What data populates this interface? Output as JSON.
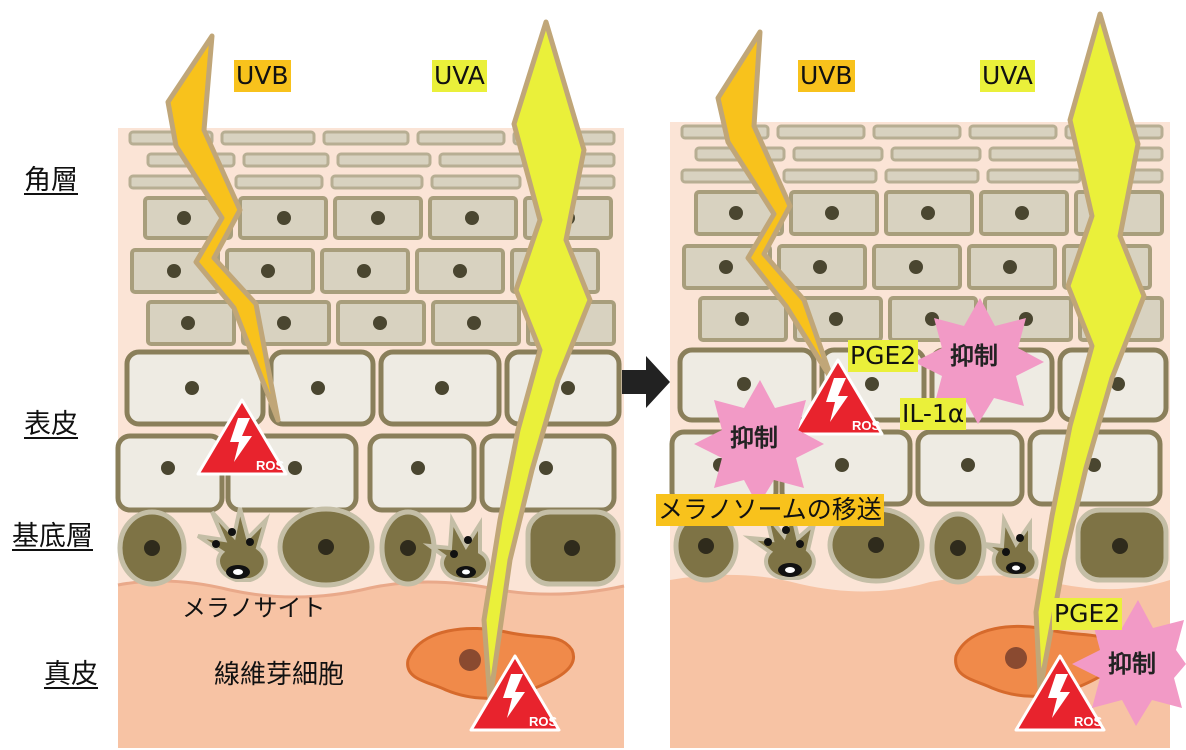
{
  "layer_labels": {
    "stratum_corneum": "角層",
    "epidermis": "表皮",
    "basal_layer": "基底層",
    "dermis": "真皮"
  },
  "cell_labels": {
    "melanocyte": "メラノサイト",
    "fibroblast": "線維芽細胞"
  },
  "left_panel": {
    "uvb": "UVB",
    "uva": "UVA",
    "ros_1": "ROS",
    "ros_2": "ROS"
  },
  "right_panel": {
    "uvb": "UVB",
    "uva": "UVA",
    "pge2_epidermis": "PGE2",
    "il1a": "IL-1α",
    "inhibit_1": "抑制",
    "inhibit_2": "抑制",
    "melanosome_transfer": "メラノソームの移送",
    "pge2_dermis": "PGE2",
    "inhibit_3": "抑制",
    "ros_1": "ROS",
    "ros_2": "ROS"
  },
  "colors": {
    "uvb_bolt": "#f8c21c",
    "uva_bolt": "#eaf03a",
    "ros_warning": "#e8232d",
    "inhibit_burst": "#f29ac6",
    "skin_top": "#fbe4d6",
    "dermis": "#f7c3a4",
    "fibroblast": "#f08a4a",
    "cell_border": "#8a7f5a"
  }
}
